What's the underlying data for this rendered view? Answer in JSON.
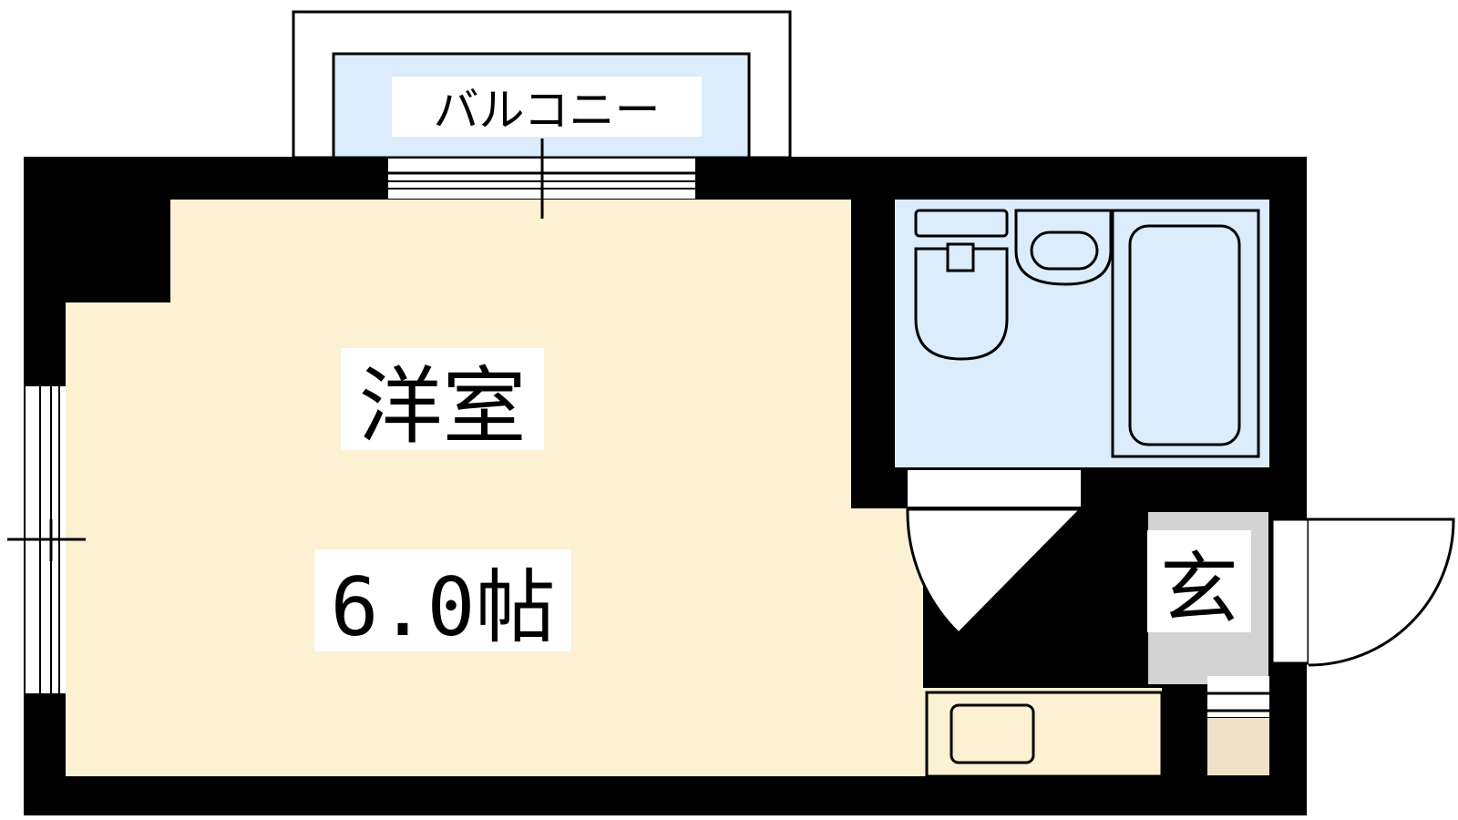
{
  "floor_plan": {
    "labels": {
      "balcony": "バルコニー",
      "room": "洋室",
      "room_size": "6.0帖",
      "entrance": "玄"
    },
    "colors": {
      "room_floor": "#fdf1d4",
      "bathroom": "#dbecfc",
      "entrance_floor": "#d3d3d3",
      "shoe_storage": "#eee2c9",
      "wall": "#000000",
      "outline": "#000000",
      "background": "#ffffff"
    },
    "icons": [
      "toilet-icon",
      "washbasin-icon",
      "bathtub-icon",
      "kitchen-sink-icon",
      "door-swing-icon"
    ]
  }
}
